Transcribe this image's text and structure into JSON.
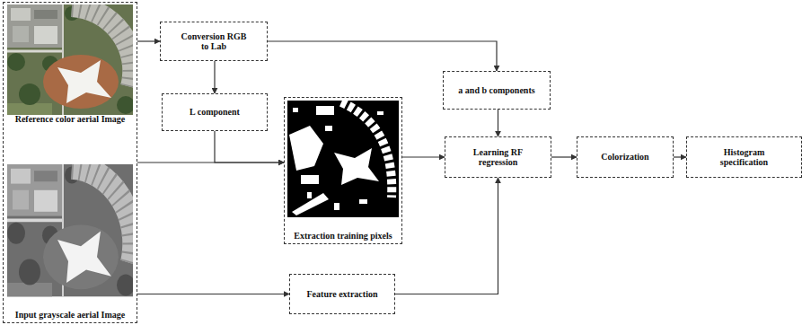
{
  "diagram": {
    "nodes": [
      {
        "text": [
          "Reference color aerial Image",
          "Input grayscale aerial Image"
        ]
      },
      {
        "text": [
          "Conversion RGB to Lab"
        ]
      },
      {
        "text": [
          "L component"
        ]
      },
      {
        "text": [
          "a and b components"
        ]
      },
      {
        "text": [
          "Extraction training pixels"
        ]
      },
      {
        "text": [
          "Learning RF regression"
        ]
      },
      {
        "text": [
          "Colorization"
        ]
      },
      {
        "text": [
          "Histogram specification"
        ]
      },
      {
        "text": [
          "Feature extraction"
        ]
      }
    ],
    "edges": [
      {
        "from": 0,
        "to": 1,
        "arrow": "to"
      },
      {
        "from": 0,
        "to": 4,
        "arrow": "to"
      },
      {
        "from": 0,
        "to": 8,
        "arrow": "to"
      },
      {
        "from": 1,
        "to": 2,
        "arrow": "to"
      },
      {
        "from": 1,
        "to": 3,
        "arrow": "to"
      },
      {
        "from": 2,
        "to": 4,
        "arrow": "to"
      },
      {
        "from": 4,
        "to": 5,
        "arrow": "to"
      },
      {
        "from": 3,
        "to": 5,
        "arrow": "to"
      },
      {
        "from": 8,
        "to": 5,
        "arrow": "to"
      },
      {
        "from": 5,
        "to": 6,
        "arrow": "to"
      },
      {
        "from": 6,
        "to": 7,
        "arrow": "to"
      }
    ]
  }
}
